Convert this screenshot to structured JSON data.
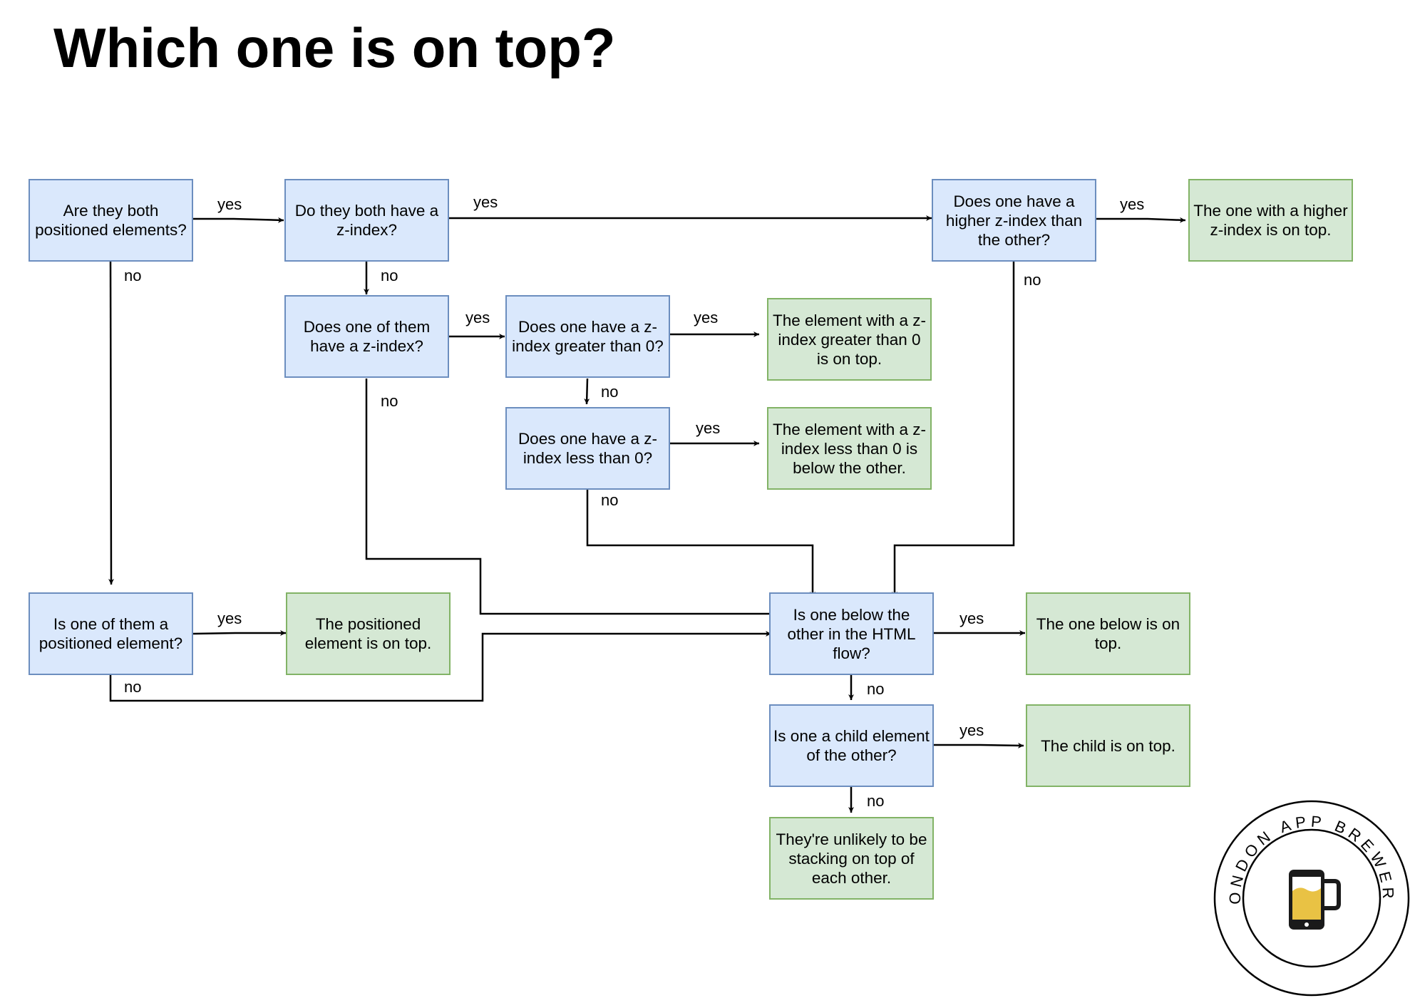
{
  "title": "Which one is on top?",
  "nodes": {
    "q_positioned": "Are they both positioned elements?",
    "q_both_zindex": "Do they both have a z-index?",
    "q_higher_zindex": "Does one have a higher z-index than the other?",
    "a_higher_on_top": "The one with a higher z-index is on top.",
    "q_one_zindex": "Does one of them have a z-index?",
    "q_greater_0": "Does one have a z-index greater than 0?",
    "a_greater_0": "The element with a z-index greater than 0 is on top.",
    "q_less_0": "Does one have a z-index less than 0?",
    "a_less_0": "The element with a z-index less than 0 is below the other.",
    "q_one_positioned": "Is one of them a positioned element?",
    "a_positioned_top": "The positioned element is on top.",
    "q_below_flow": "Is one below the other in the HTML flow?",
    "a_below_top": "The one below is on top.",
    "q_child": "Is one a child element of the other?",
    "a_child_top": "The child is on top.",
    "a_unlikely": "They're unlikely to be stacking on top of each other."
  },
  "labels": {
    "yes": "yes",
    "no": "no"
  },
  "logo": {
    "text": "LONDON APP BREWERY",
    "icon": "beer-phone-icon"
  },
  "colors": {
    "question_fill": "#dae8fc",
    "question_stroke": "#6c8ebf",
    "answer_fill": "#d5e8d4",
    "answer_stroke": "#82b366"
  }
}
